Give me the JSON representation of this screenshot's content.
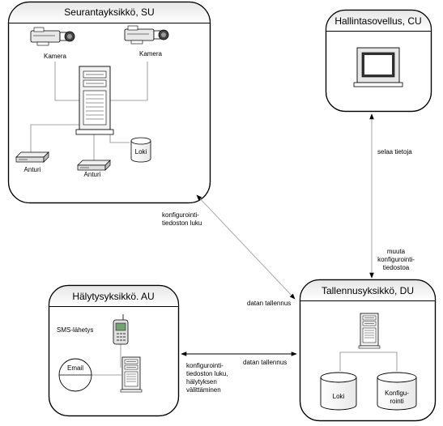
{
  "units": {
    "su": {
      "title": "Seurantayksikkö, SU",
      "camera_left": "Kamera",
      "camera_right": "Kamera",
      "sensor_left": "Anturi",
      "sensor_right": "Anturi",
      "log": "Loki"
    },
    "cu": {
      "title": "Hallintasovellus, CU"
    },
    "au": {
      "title": "Hälytysyksikkö. AU",
      "sms": "SMS-lähetys",
      "email": "Email"
    },
    "du": {
      "title": "Tallennusyksikkö, DU",
      "log": "Loki",
      "config_line1": "Konfigu-",
      "config_line2": "rointi"
    }
  },
  "edges": {
    "su_du": {
      "line1": "konfigurointi-",
      "line2": "tiedoston luku"
    },
    "su_du_store": {
      "text": "datan tallennus"
    },
    "cu_du_top": {
      "text": "selaa tietoja"
    },
    "cu_du_bottom": {
      "line1": "muuta",
      "line2": "konfigurointi-",
      "line3": "tiedostoa"
    },
    "au_du_left": {
      "line1": "konfigurointi-",
      "line2": "tiedoston luku,",
      "line3": "hälytyksen",
      "line4": "välittäminen"
    },
    "au_du_right": {
      "text": "datan tallennus"
    }
  }
}
